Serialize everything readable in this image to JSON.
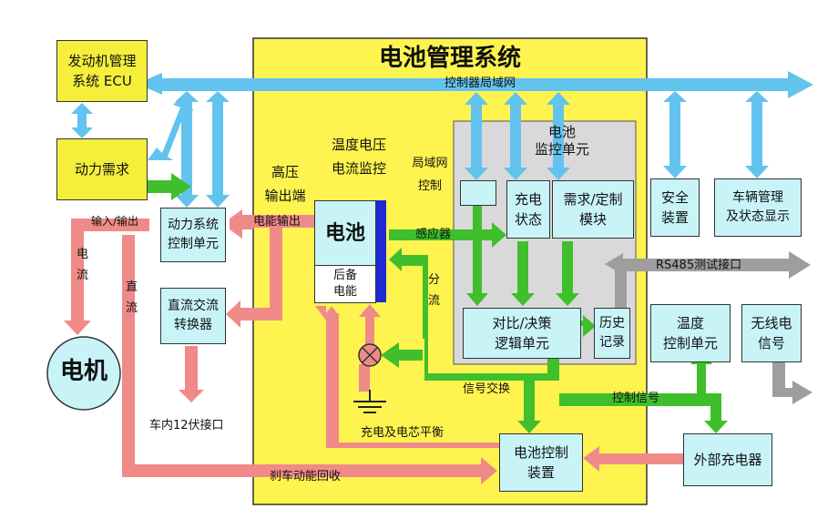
{
  "title": "电池管理系统",
  "boxes": {
    "engine_ecu": [
      "发动机管理",
      "系统 ECU"
    ],
    "power_demand": "动力需求",
    "power_control": [
      "动力系统",
      "控制单元"
    ],
    "dc_ac": [
      "直流交流",
      "转换器"
    ],
    "motor": "电机",
    "battery": "电池",
    "backup": [
      "后备",
      "电能"
    ],
    "bms_monitor": [
      "电池",
      "监控单元"
    ],
    "charge_state": [
      "充电",
      "状态"
    ],
    "demand_module": [
      "需求/定制",
      "模块"
    ],
    "compare_logic": [
      "对比/决策",
      "逻辑单元"
    ],
    "history": [
      "历史",
      "记录"
    ],
    "safety": [
      "安全",
      "装置"
    ],
    "vehicle_mgmt": [
      "车辆管理",
      "及状态显示"
    ],
    "temp_control": [
      "温度",
      "控制单元"
    ],
    "wireless": [
      "无线电",
      "信号"
    ],
    "battery_control": [
      "电池控制",
      "装置"
    ],
    "external_charger": "外部充电器"
  },
  "labels": {
    "can_bus": "控制器局域网",
    "hv_output": [
      "高压",
      "输出端"
    ],
    "temp_voltage": [
      "温度电压",
      "电流监控"
    ],
    "lan_control": [
      "局域网",
      "控制"
    ],
    "io": "输入/输出",
    "energy_output": "电能输出",
    "current": [
      "电",
      "流"
    ],
    "dc": [
      "直",
      "流"
    ],
    "sensor": "感应器",
    "shunt": [
      "分",
      "流"
    ],
    "rs485": "RS485测试接口",
    "signal_exchange": "信号交换",
    "control_signal": "控制信号",
    "car_12v": "车内12伏接口",
    "charge_balance": "充电及电芯平衡",
    "regen_brake": "刹车动能回收"
  },
  "colors": {
    "yellow_panel": "#fff44f",
    "box_cyan": "#c8f4f8",
    "box_yellow": "#f5ef3c",
    "gray_panel": "#d9d9d9",
    "arrow_blue": "#63c3ef",
    "arrow_green": "#3fbf2b",
    "arrow_red": "#f08a88",
    "arrow_gray": "#9e9e9e",
    "battery_strip": "#1f2ad6"
  }
}
